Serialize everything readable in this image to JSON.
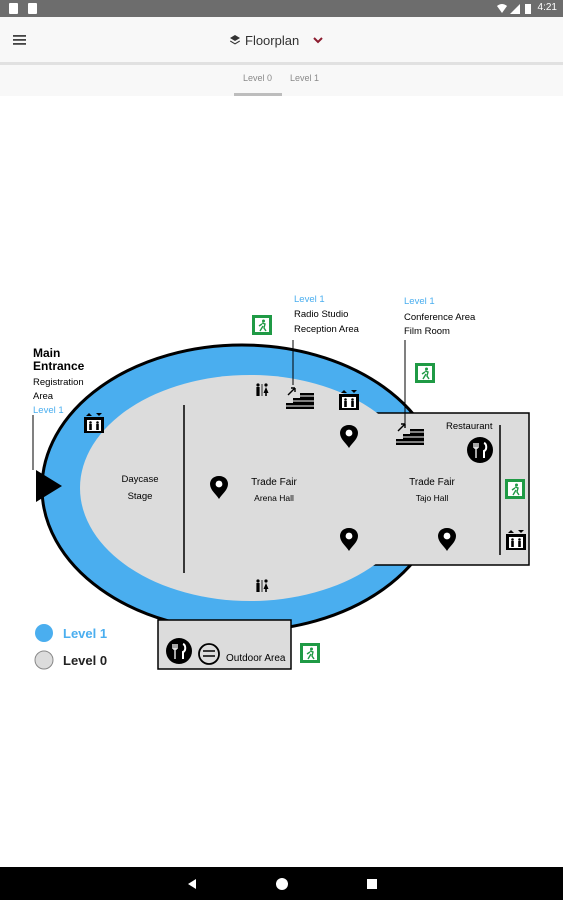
{
  "status_bar": {
    "time": "4:21",
    "left_icons": [
      "gallery-notification-icon",
      "sim-notification-icon"
    ],
    "right_icons": [
      "wifi-icon",
      "signal-icon",
      "battery-icon"
    ]
  },
  "app_bar": {
    "title": "Floorplan",
    "title_icon": "layers-icon",
    "menu_icon": "hamburger-menu-icon",
    "dropdown_icon": "chevron-down-icon",
    "dropdown_color": "#8c1c2f"
  },
  "tabs": [
    {
      "label": "Level 0",
      "selected": true
    },
    {
      "label": "Level 1",
      "selected": false
    }
  ],
  "map": {
    "colors": {
      "level1": "#4aaeef",
      "level0": "#dcdcdc",
      "exit_green": "#1f9a45",
      "level_label": "#4aaeef"
    },
    "main_entrance": {
      "title_line1": "Main",
      "title_line2": "Entrance",
      "sub_line1": "Registration",
      "sub_line2": "Area",
      "level": "Level 1"
    },
    "radio_studio": {
      "level": "Level 1",
      "line1": "Radio Studio",
      "line2": "Reception Area"
    },
    "conference": {
      "level": "Level 1",
      "line1": "Conference Area",
      "line2": "Film Room"
    },
    "daycase_stage": {
      "line1": "Daycase",
      "line2": "Stage"
    },
    "trade_fair_arena": {
      "line1": "Trade Fair",
      "line2": "Arena Hall"
    },
    "trade_fair_tajo": {
      "line1": "Trade Fair",
      "line2": "Tajo Hall"
    },
    "restaurant": "Restaurant",
    "outdoor_area": "Outdoor Area",
    "legend": [
      {
        "label": "Level 1",
        "color": "#4aaeef"
      },
      {
        "label": "Level 0",
        "color": "#dcdcdc"
      }
    ]
  },
  "nav_bar": {
    "icons": [
      "back-icon",
      "home-icon",
      "recents-icon"
    ]
  }
}
